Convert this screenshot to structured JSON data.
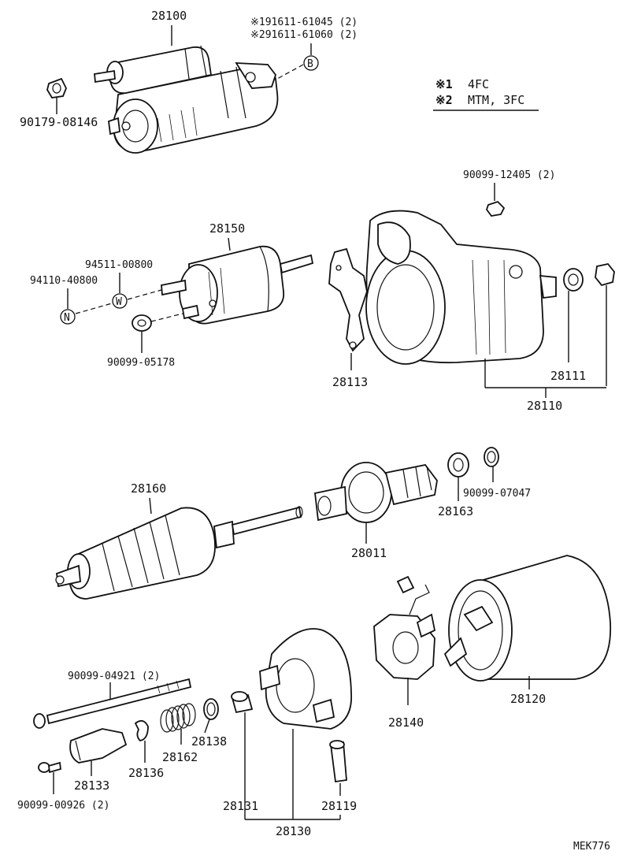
{
  "labels": {
    "p28100": "28100",
    "ref_b1": "※191611-61045 (2)",
    "ref_b2": "※291611-61060 (2)",
    "letter_b": "B",
    "p90179": "90179-08146",
    "legend1_mark": "※1",
    "legend1_text": "4FC",
    "legend2_mark": "※2",
    "legend2_text": "MTM, 3FC",
    "p90099_12405": "90099-12405 (2)",
    "p28150": "28150",
    "p94511": "94511-00800",
    "p94110": "94110-40800",
    "letter_w": "W",
    "letter_n": "N",
    "p90099_05178": "90099-05178",
    "p28113": "28113",
    "p28111": "28111",
    "p28110": "28110",
    "p28160": "28160",
    "p28163": "28163",
    "p90099_07047": "90099-07047",
    "p28011": "28011",
    "p90099_04921": "90099-04921 (2)",
    "p28138": "28138",
    "p28162": "28162",
    "p28136": "28136",
    "p28133": "28133",
    "p90099_00926": "90099-00926 (2)",
    "p28131": "28131",
    "p28119": "28119",
    "p28130": "28130",
    "p28140": "28140",
    "p28120": "28120",
    "code": "MEK776"
  }
}
